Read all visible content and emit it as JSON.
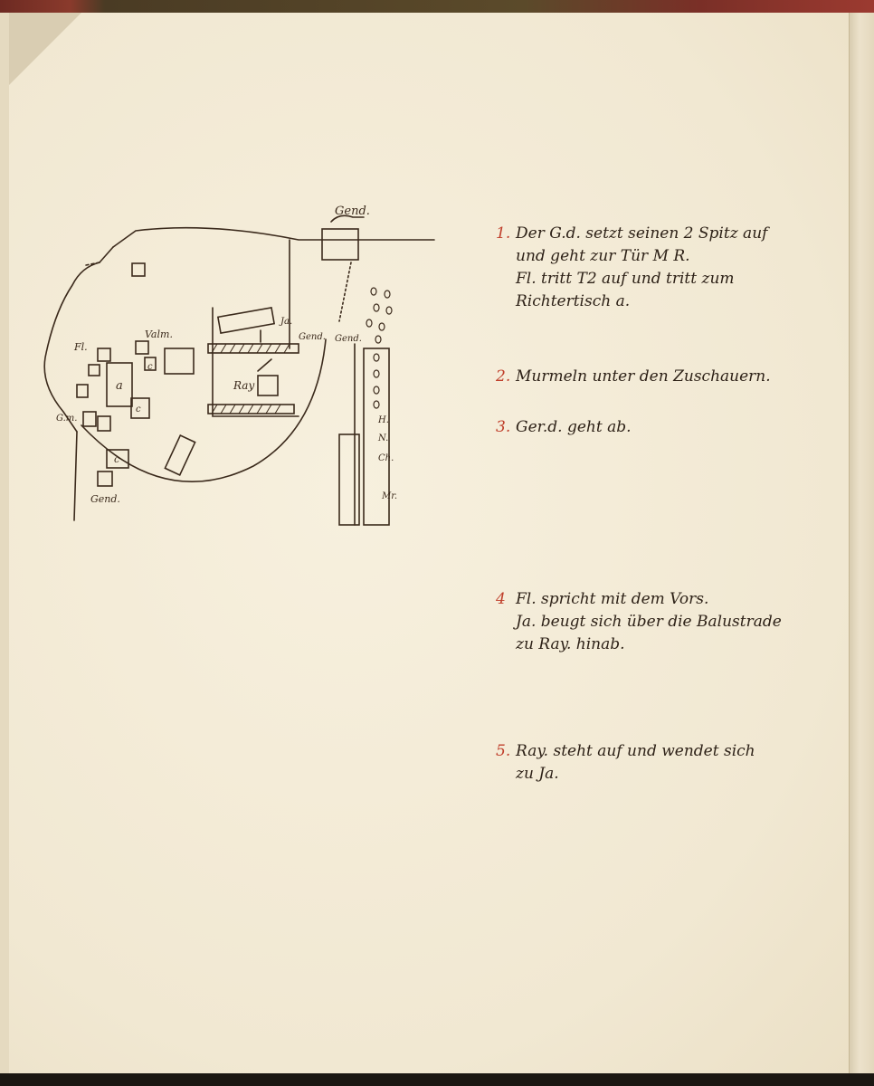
{
  "sketch_labels": {
    "gend_top": "Gend.",
    "valm": "Valm.",
    "fl": "Fl.",
    "a": "a",
    "c1": "c",
    "c2": "c",
    "c3": "c",
    "gm": "G.m.",
    "gend_bottom": "Gend.",
    "ja": "Ja.",
    "ray": "Ray",
    "gend_mid": "Gend.",
    "gend_mid2": "Gend.",
    "h": "H.",
    "n": "N.",
    "ch": "Ch.",
    "mr": "Mr."
  },
  "notes": [
    {
      "num": "1.",
      "lines": [
        "Der G.d. setzt seinen 2 Spitz auf",
        "und geht zur Tür M R.",
        "Fl. tritt T2 auf und tritt zum",
        "Richtertisch a."
      ]
    },
    {
      "num": "2.",
      "lines": [
        "Murmeln unter den Zuschauern."
      ]
    },
    {
      "num": "3.",
      "lines": [
        "Ger.d. geht ab."
      ]
    },
    {
      "num": "4",
      "lines": [
        "Fl. spricht mit dem Vors.",
        "Ja. beugt sich über die Balustrade",
        "zu Ray. hinab."
      ]
    },
    {
      "num": "5.",
      "lines": [
        "Ray. steht auf und wendet sich",
        "zu Ja."
      ]
    }
  ]
}
